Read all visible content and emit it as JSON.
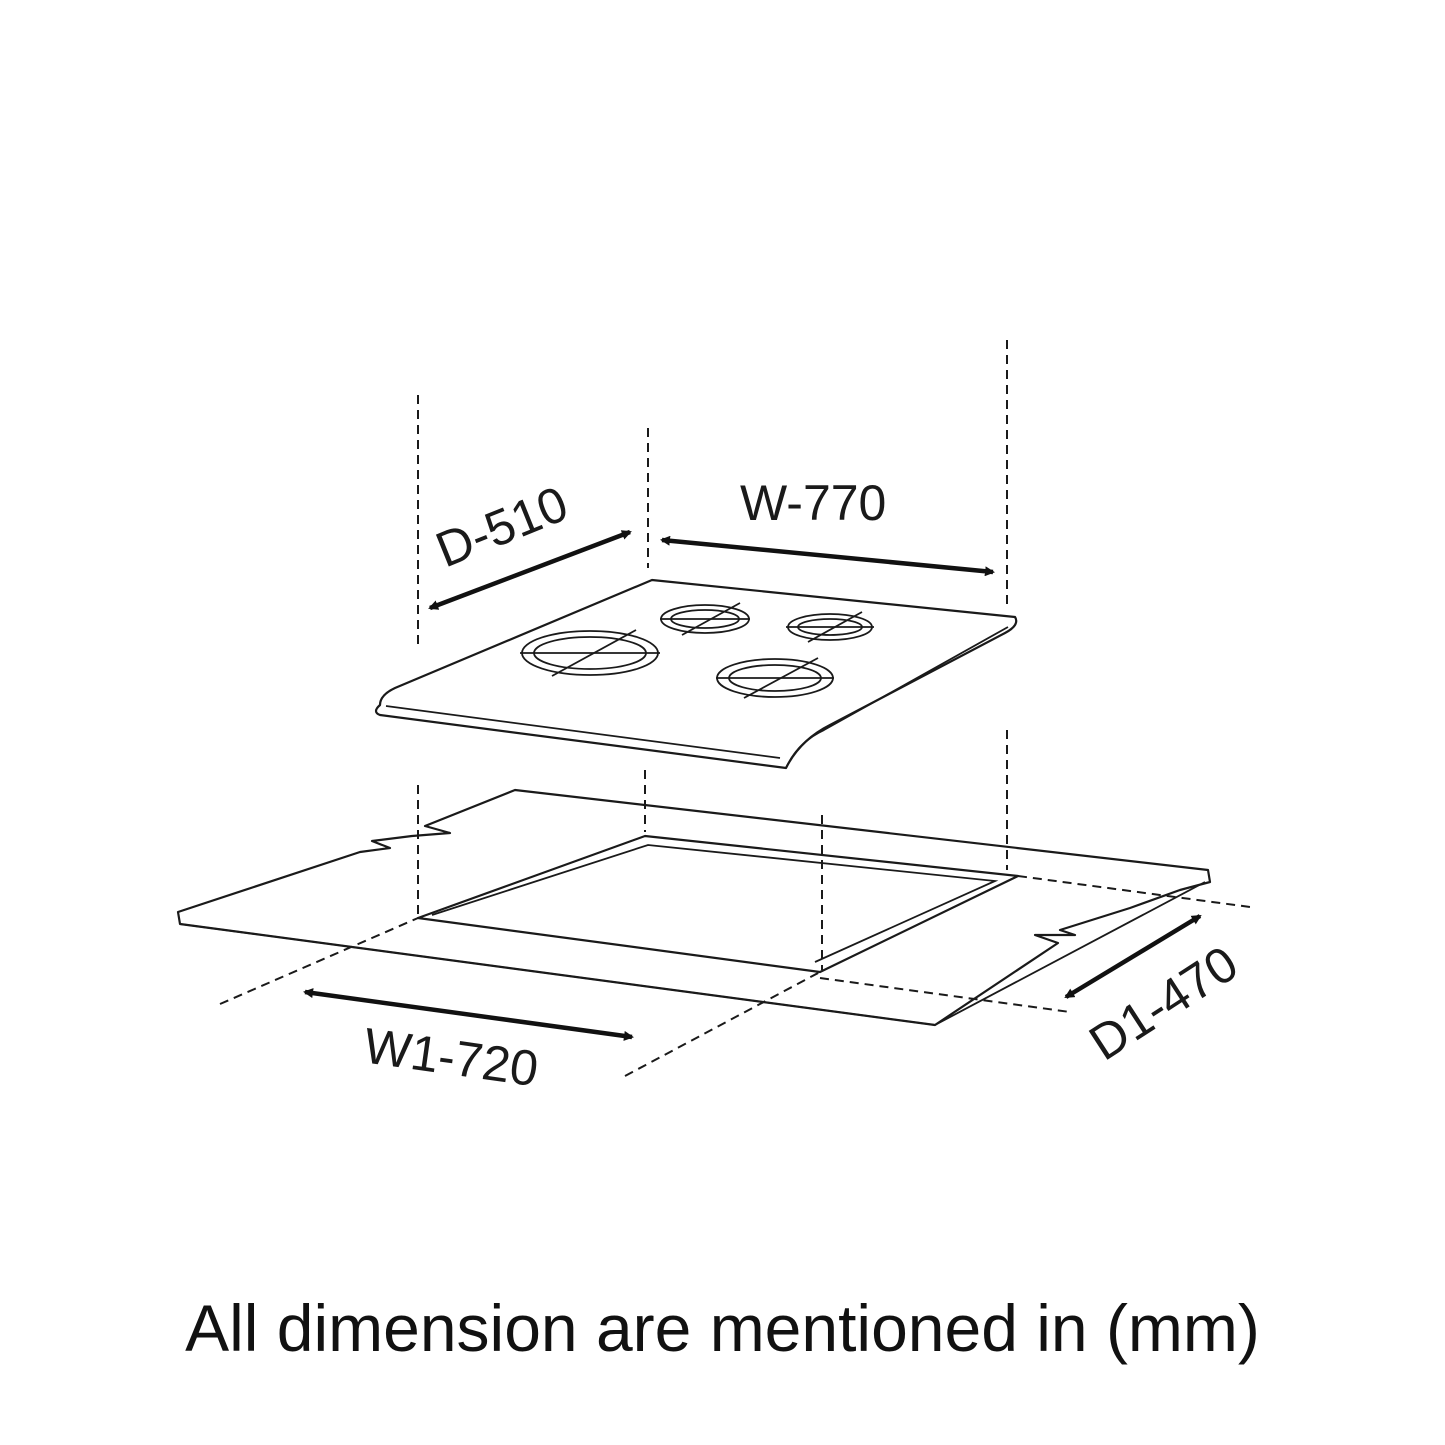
{
  "dimensions": {
    "depth": "D-510",
    "width": "W-770",
    "cutout_width": "W1-720",
    "cutout_depth": "D1-470"
  },
  "caption": "All dimension are mentioned in (mm)",
  "colors": {
    "line": "#1a1a1a",
    "background": "#ffffff"
  }
}
